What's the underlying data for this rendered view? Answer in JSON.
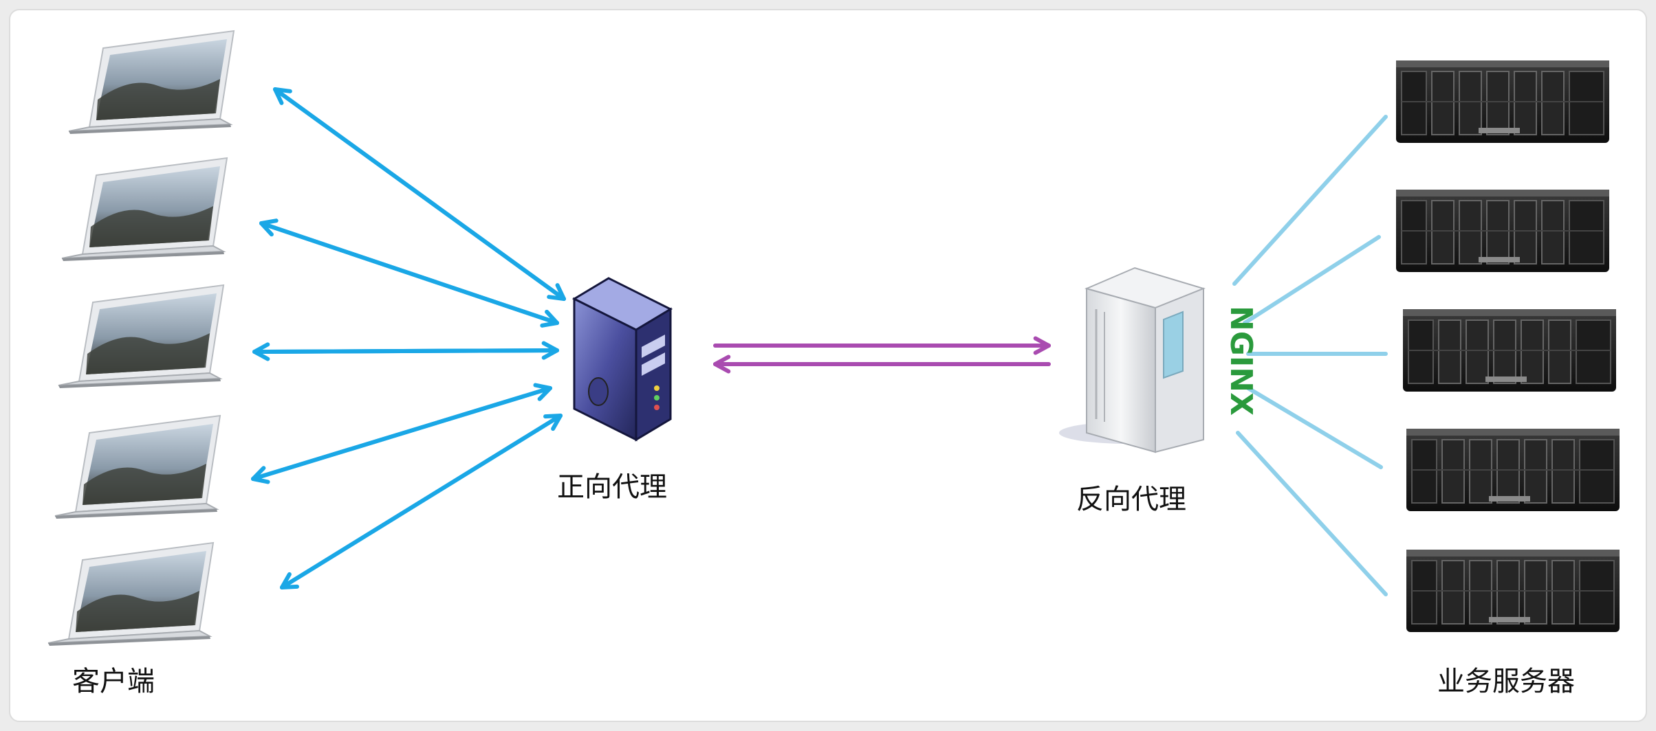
{
  "labels": {
    "clients": "客户端",
    "forward_proxy": "正向代理",
    "reverse_proxy": "反向代理",
    "servers": "业务服务器",
    "nginx_logo": "NGINX"
  },
  "colors": {
    "client_links": "#1aa7e6",
    "proxy_link": "#a94bb0",
    "server_links": "#8fd0ea",
    "nginx_green": "#2a9a3c",
    "background": "#ffffff"
  },
  "counts": {
    "clients": 5,
    "servers": 5
  },
  "icons": {
    "client": "laptop-icon",
    "forward_proxy": "server-tower-icon",
    "reverse_proxy": "nginx-server-icon",
    "server": "blade-server-rack-icon"
  }
}
